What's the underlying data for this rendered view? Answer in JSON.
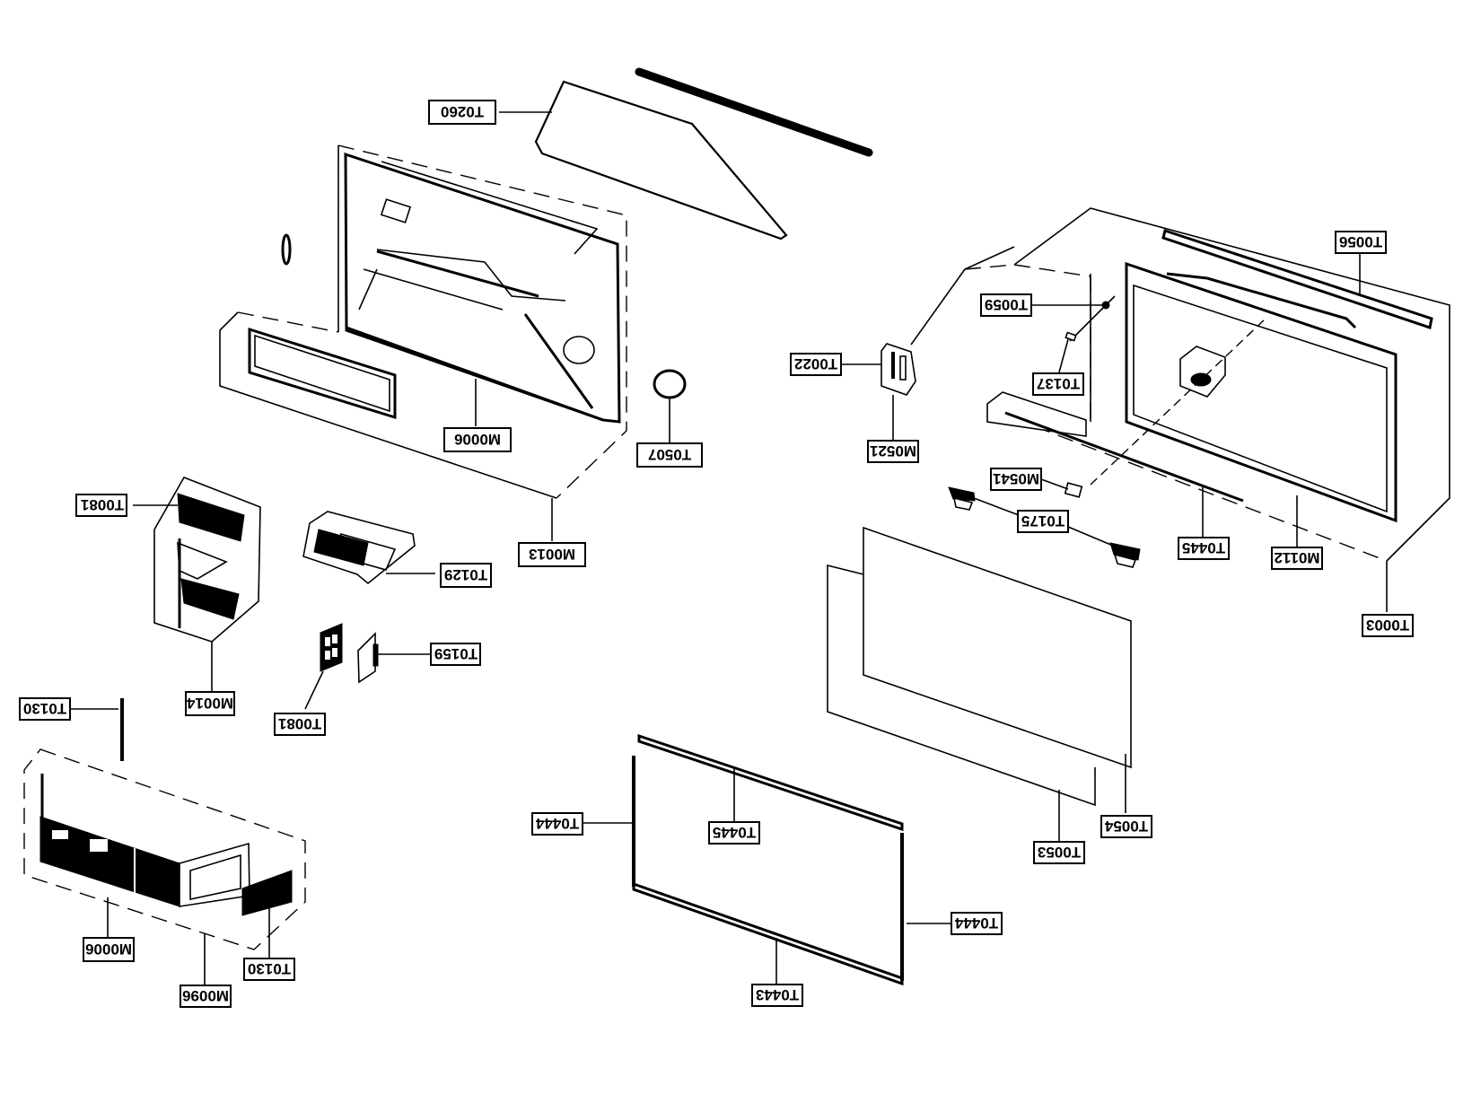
{
  "diagram": {
    "type": "exploded parts view",
    "text_orientation": "rotated-180",
    "labels": [
      {
        "id": "T0260",
        "text": "T0260"
      },
      {
        "id": "M0006-top",
        "text": "M0006"
      },
      {
        "id": "T0507",
        "text": "T0507"
      },
      {
        "id": "M0013",
        "text": "M0013"
      },
      {
        "id": "T0081-top",
        "text": "T0081"
      },
      {
        "id": "T0129",
        "text": "T0129"
      },
      {
        "id": "M0014",
        "text": "M0014"
      },
      {
        "id": "T0159",
        "text": "T0159"
      },
      {
        "id": "T0081-bottom",
        "text": "T0081"
      },
      {
        "id": "T0130-top",
        "text": "T0130"
      },
      {
        "id": "M0006-bottom",
        "text": "M0006"
      },
      {
        "id": "T0130-bottom",
        "text": "T0130"
      },
      {
        "id": "M0096",
        "text": "M0096"
      },
      {
        "id": "T0056",
        "text": "T0056"
      },
      {
        "id": "T0059",
        "text": "T0059"
      },
      {
        "id": "T0022",
        "text": "T0022"
      },
      {
        "id": "T0137",
        "text": "T0137"
      },
      {
        "id": "M0521",
        "text": "M0521"
      },
      {
        "id": "M0541",
        "text": "M0541"
      },
      {
        "id": "T0175",
        "text": "T0175"
      },
      {
        "id": "T0445-right",
        "text": "T0445"
      },
      {
        "id": "M0112",
        "text": "M0112"
      },
      {
        "id": "T0003",
        "text": "T0003"
      },
      {
        "id": "T0054",
        "text": "T0054"
      },
      {
        "id": "T0053",
        "text": "T0053"
      },
      {
        "id": "T0444-left",
        "text": "T0444"
      },
      {
        "id": "T0445-bottom",
        "text": "T0445"
      },
      {
        "id": "T0444-right",
        "text": "T0444"
      },
      {
        "id": "T0443",
        "text": "T0443"
      }
    ]
  }
}
